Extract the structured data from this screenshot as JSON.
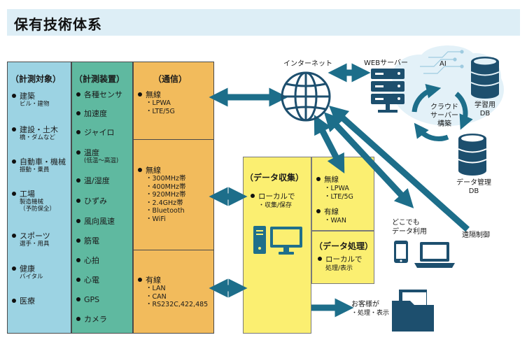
{
  "title": "保有技術体系",
  "targets": {
    "header": "（計測対象）",
    "items": [
      {
        "label": "建築",
        "sub": "ビル・建物"
      },
      {
        "label": "建設・土木",
        "sub": "橋・ダムなど"
      },
      {
        "label": "自動車・機械",
        "sub": "振動・乗員"
      },
      {
        "label": "工場",
        "sub": "製造機械",
        "sub2": "（予防保全）"
      },
      {
        "label": "スポーツ",
        "sub": "選手・用具"
      },
      {
        "label": "健康",
        "sub": "バイタル"
      },
      {
        "label": "医療"
      }
    ]
  },
  "devices": {
    "header": "（計測装置）",
    "items": [
      "各種センサ",
      "加速度",
      "ジャイロ",
      "温度",
      "温/湿度",
      "ひずみ",
      "風向風速",
      "筋電",
      "心拍",
      "心電",
      "GPS",
      "カメラ"
    ],
    "temp_range": "(低温〜高温)"
  },
  "comm": {
    "header": "（通信）",
    "wireless1": {
      "label": "無線",
      "list": [
        "・LPWA",
        "・LTE/5G"
      ]
    },
    "wireless2": {
      "label": "無線",
      "list": [
        "・300MHz帯",
        "・400MHz帯",
        "・920MHz帯",
        "・2.4GHz帯",
        "・Bluetooth",
        "・WiFi"
      ]
    },
    "wired": {
      "label": "有線",
      "list": [
        "・LAN",
        "・CAN",
        "・RS232C,422,485"
      ]
    }
  },
  "collect": {
    "header": "（データ収集）",
    "item": "ローカルで",
    "sub": "・収集/保存"
  },
  "uplink": {
    "wireless": {
      "label": "無線",
      "list": [
        "・LPWA",
        "・LTE/5G"
      ]
    },
    "wired": {
      "label": "有線",
      "list": [
        "・WAN"
      ]
    }
  },
  "process": {
    "header": "（データ処理）",
    "item": "ローカルで",
    "sub": "処理/表示"
  },
  "cloud": {
    "internet": "インターネット",
    "web_server": "WEBサーバー",
    "ai": "AI",
    "cloud_label": [
      "クラウド",
      "サーバー",
      "構築"
    ],
    "learning_db": [
      "学習用",
      "DB"
    ],
    "data_db": [
      "データ管理",
      "DB"
    ],
    "anywhere": [
      "どこでも",
      "データ利用"
    ],
    "remote": "遠隔制御",
    "customer": [
      "お客様が",
      "・処理・表示"
    ]
  },
  "colors": {
    "targets": "#9cd3e3",
    "devices": "#5fb9a0",
    "comm": "#f2bb5c",
    "collect": "#fbef71",
    "arrow": "#1d6e8a",
    "title_bar": "#ddeef6"
  }
}
